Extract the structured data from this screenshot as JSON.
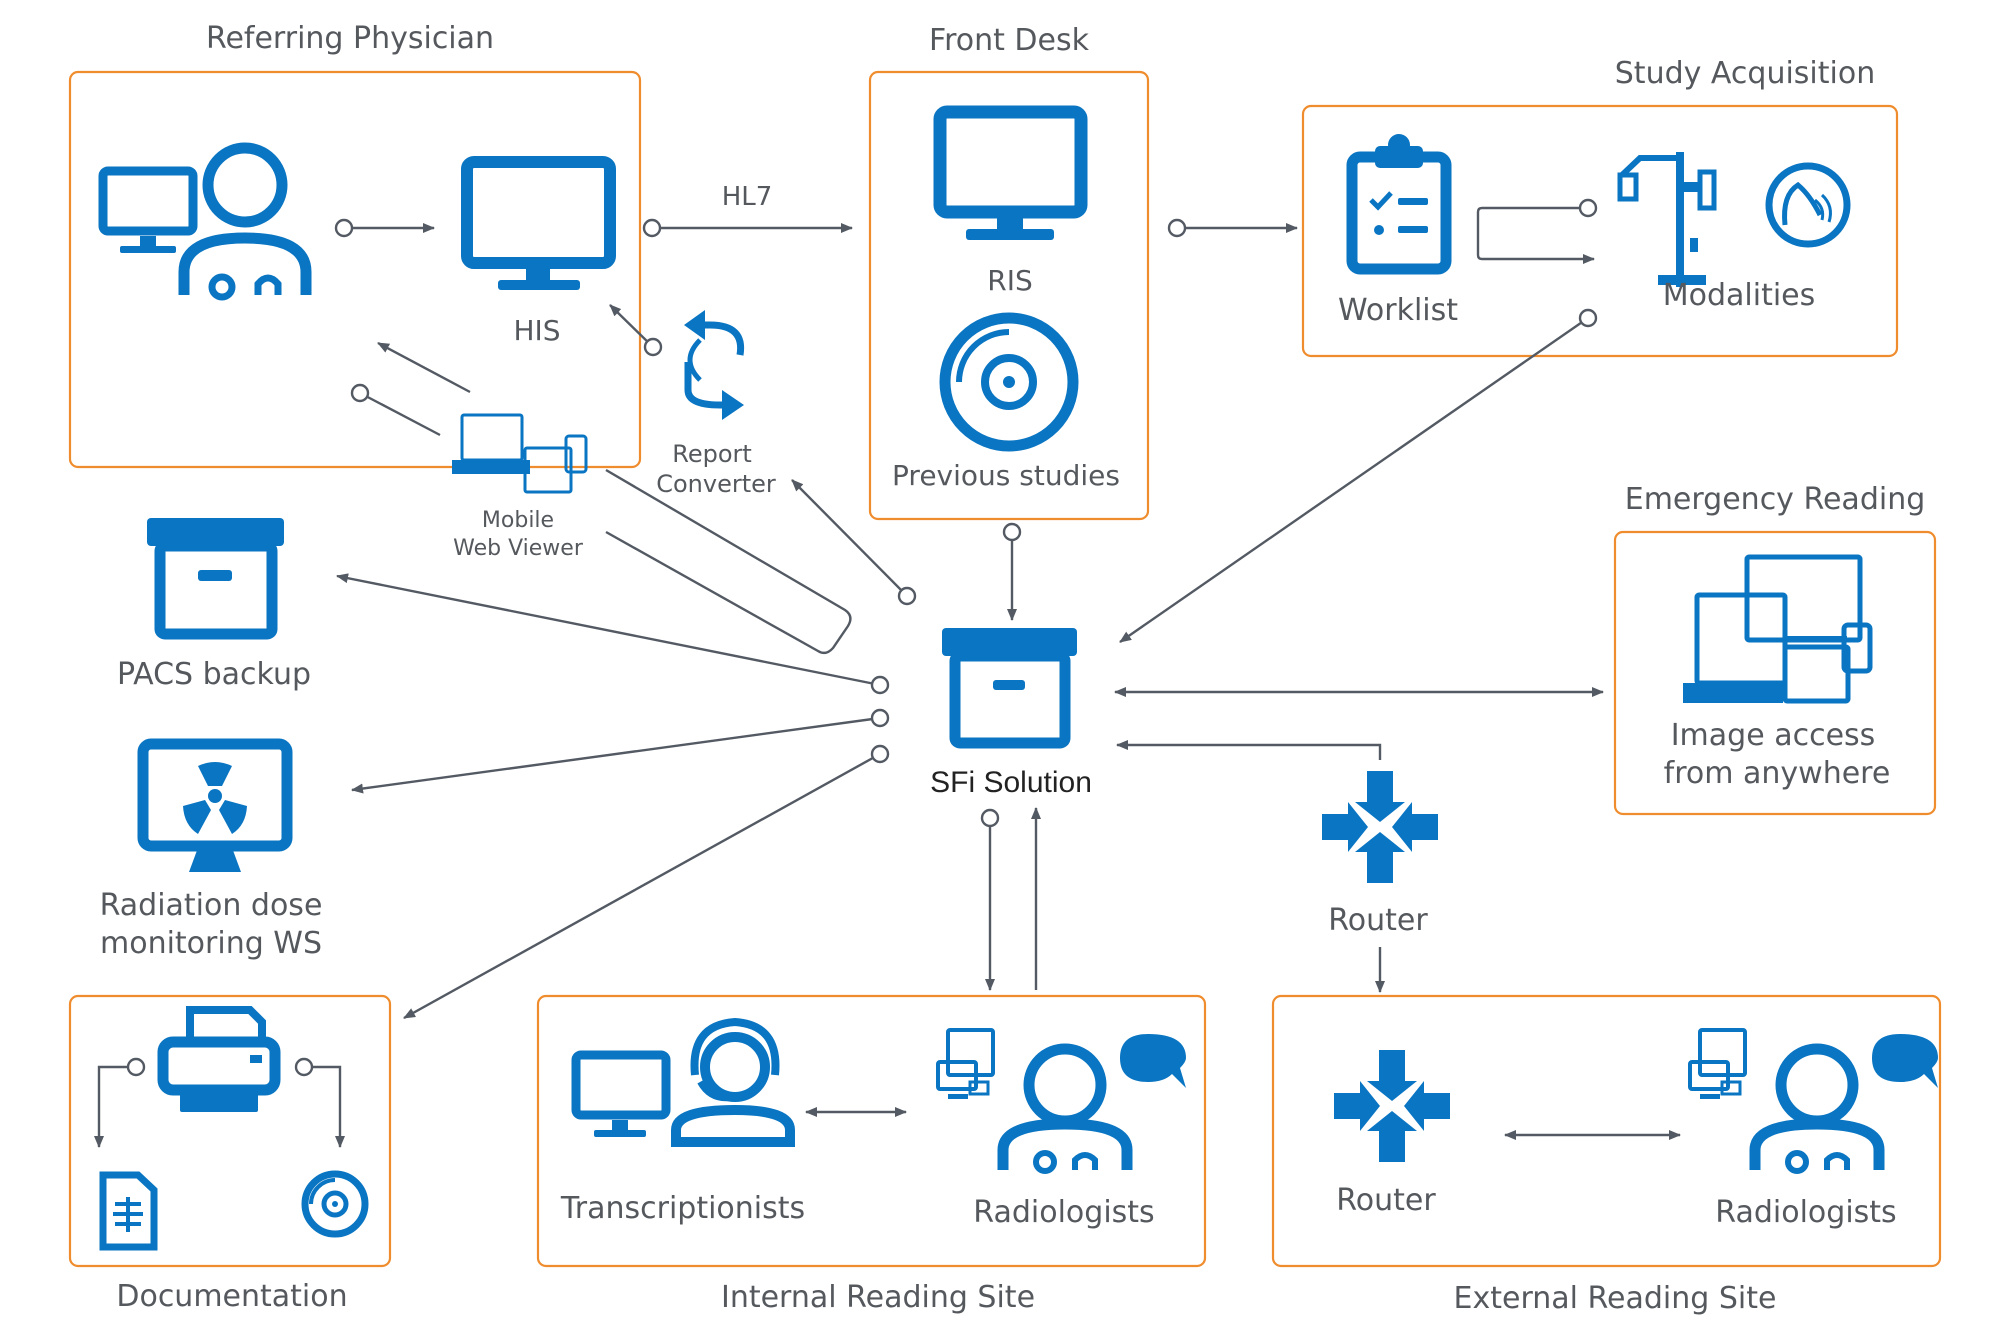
{
  "colors": {
    "icon": "#0a75c2",
    "box_border": "#ef8c2d",
    "connector": "#545a63",
    "label": "#55595e",
    "center_label": "#222222"
  },
  "groups": {
    "referring_physician": "Referring Physician",
    "front_desk": "Front Desk",
    "study_acquisition": "Study Acquisition",
    "emergency_reading": "Emergency Reading",
    "documentation": "Documentation",
    "internal_reading_site": "Internal Reading Site",
    "external_reading_site": "External Reading Site"
  },
  "nodes": {
    "his": "HIS",
    "hl7": "HL7",
    "report_converter_1": "Report",
    "report_converter_2": "Converter",
    "mobile_web_viewer_1": "Mobile",
    "mobile_web_viewer_2": "Web Viewer",
    "ris": "RIS",
    "previous_studies": "Previous studies",
    "worklist": "Worklist",
    "modalities": "Modalities",
    "image_access_1": "Image access",
    "image_access_2": "from anywhere",
    "pacs_backup": "PACS backup",
    "radiation_dose_1": "Radiation dose",
    "radiation_dose_2": "monitoring WS",
    "sfi_solution": "SFi Solution",
    "router_center": "Router",
    "transcriptionists": "Transcriptionists",
    "radiologists_internal": "Radiologists",
    "router_external": "Router",
    "radiologists_external": "Radiologists"
  },
  "icons": [
    "desktop-user-icon",
    "monitor-icon",
    "devices-icon",
    "sync-icon",
    "disc-icon",
    "clipboard-checklist-icon",
    "x-ray-machine-icon",
    "ultrasound-probe-icon",
    "archive-box-icon",
    "radiation-monitor-icon",
    "printer-icon",
    "xray-document-icon",
    "headset-user-icon",
    "doctor-chat-icon",
    "router-arrows-icon"
  ]
}
